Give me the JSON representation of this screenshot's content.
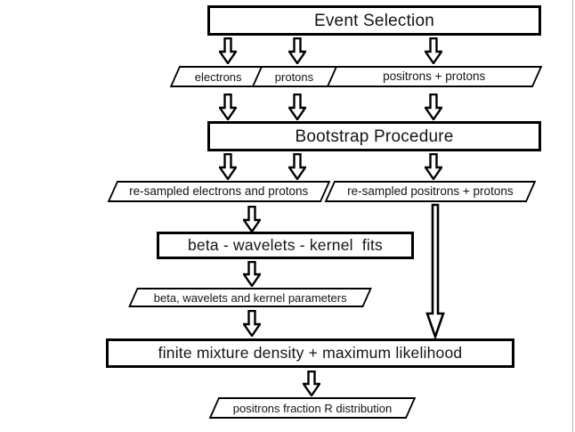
{
  "diagram": {
    "title": "Positron fraction analysis flowchart",
    "stroke_color": "#000000",
    "background_color": "#ffffff",
    "nodes": {
      "event_selection": {
        "label": "Event Selection",
        "shape": "process"
      },
      "electrons": {
        "label": "electrons",
        "shape": "data"
      },
      "protons": {
        "label": "protons",
        "shape": "data"
      },
      "positrons_protons": {
        "label": "positrons + protons",
        "shape": "data"
      },
      "bootstrap": {
        "label": "Bootstrap Procedure",
        "shape": "process"
      },
      "resampled_ep": {
        "label": "re-sampled electrons and protons",
        "shape": "data"
      },
      "resampled_pp": {
        "label": "re-sampled positrons + protons",
        "shape": "data"
      },
      "fits": {
        "label": "beta - wavelets - kernel  fits",
        "shape": "process"
      },
      "params": {
        "label": "beta, wavelets and kernel parameters",
        "shape": "data"
      },
      "mixture": {
        "label": "finite mixture density + maximum likelihood",
        "shape": "process"
      },
      "result": {
        "label": "positrons fraction R distribution",
        "shape": "data"
      }
    },
    "connectors": [
      {
        "name": "event-selection-to-electrons",
        "kind": "block-arrow-down"
      },
      {
        "name": "event-selection-to-protons",
        "kind": "block-arrow-down"
      },
      {
        "name": "event-selection-to-positrons-protons",
        "kind": "block-arrow-down"
      },
      {
        "name": "electrons-to-bootstrap",
        "kind": "block-arrow-down"
      },
      {
        "name": "protons-to-bootstrap",
        "kind": "block-arrow-down"
      },
      {
        "name": "positrons-protons-to-bootstrap",
        "kind": "block-arrow-down"
      },
      {
        "name": "bootstrap-to-resampled-ep-left",
        "kind": "block-arrow-down"
      },
      {
        "name": "bootstrap-to-resampled-ep-right",
        "kind": "block-arrow-down"
      },
      {
        "name": "bootstrap-to-resampled-pp",
        "kind": "block-arrow-down"
      },
      {
        "name": "resampled-ep-to-fits",
        "kind": "block-arrow-down"
      },
      {
        "name": "fits-to-params",
        "kind": "block-arrow-down"
      },
      {
        "name": "params-to-mixture",
        "kind": "block-arrow-down"
      },
      {
        "name": "resampled-pp-to-mixture",
        "kind": "long-block-arrow-down"
      },
      {
        "name": "mixture-to-result",
        "kind": "block-arrow-down"
      }
    ]
  }
}
